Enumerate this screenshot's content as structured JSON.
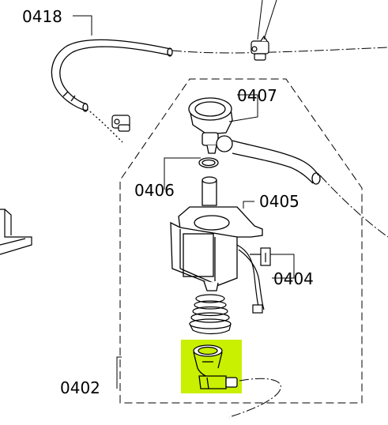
{
  "diagram": {
    "labels": [
      "0418",
      "0407",
      "0406",
      "0405",
      "0404",
      "0402"
    ],
    "highlight_color": "#c8f000",
    "line_color": "#000000"
  }
}
